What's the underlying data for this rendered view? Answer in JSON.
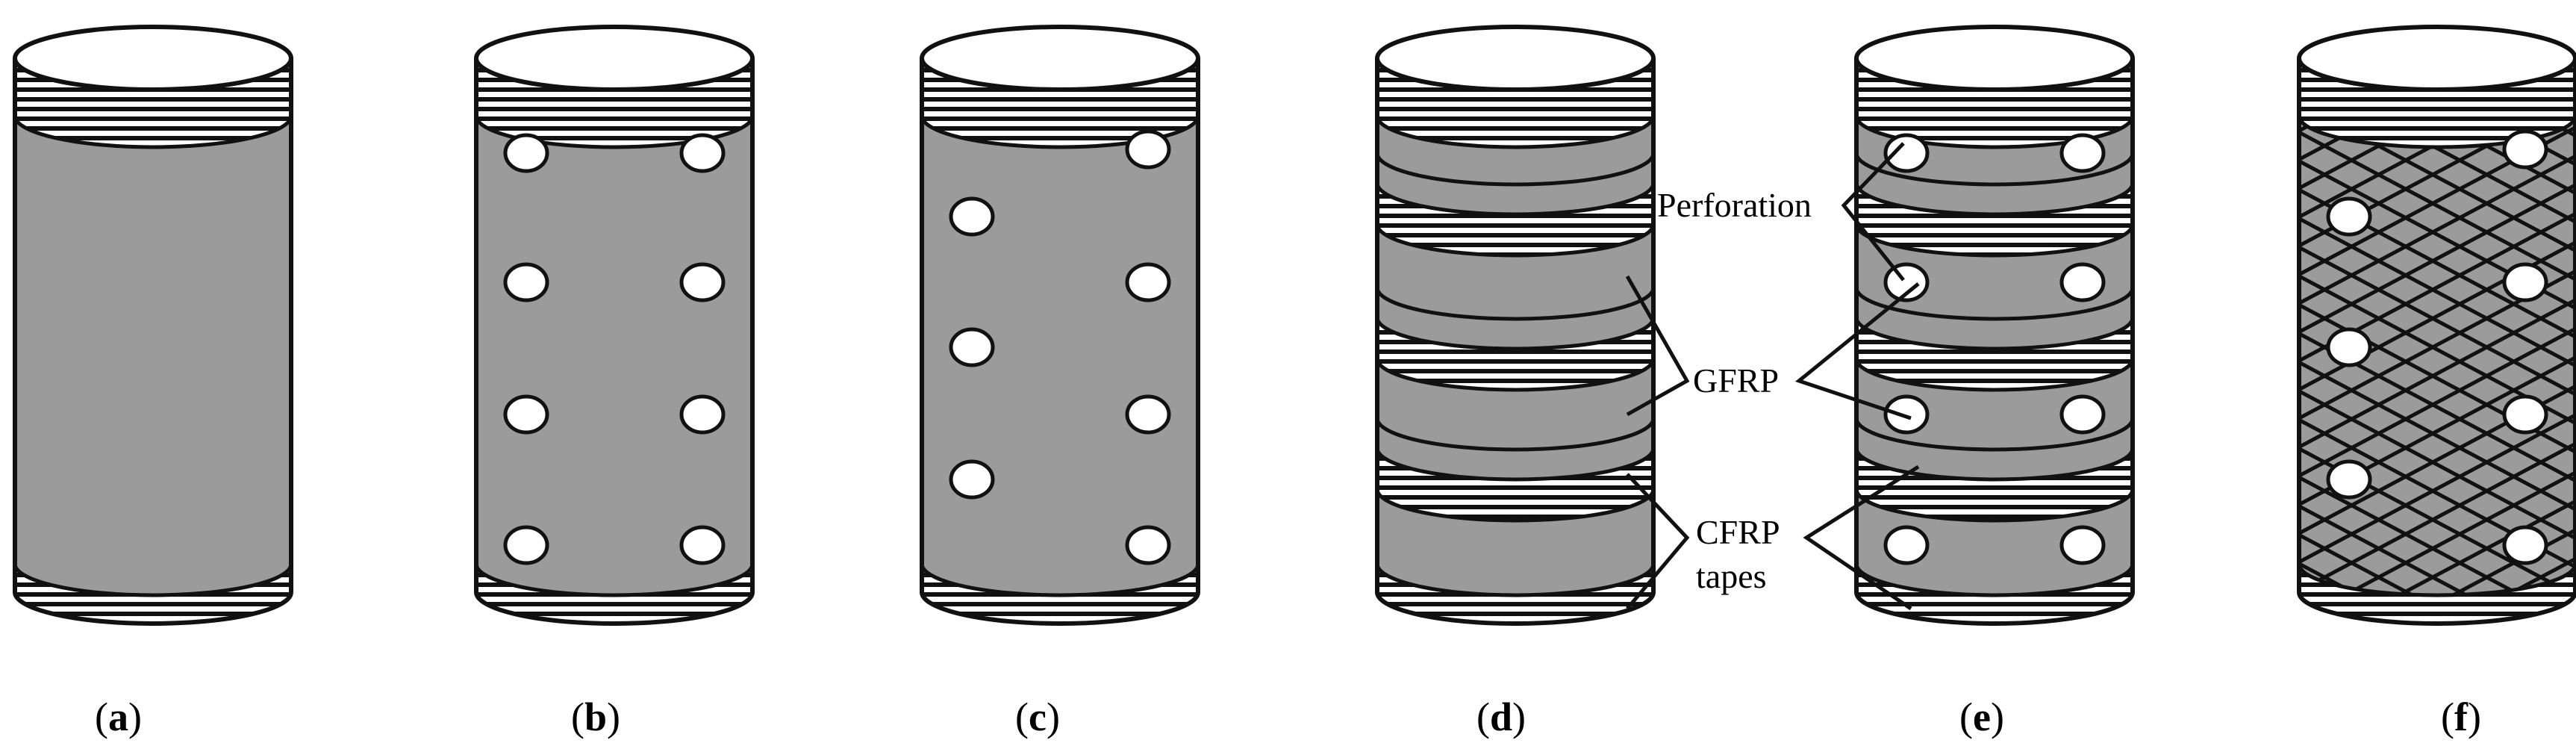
{
  "figure": {
    "panels": [
      {
        "letter": "a",
        "open": "(",
        "close": ")"
      },
      {
        "letter": "b",
        "open": "(",
        "close": ")"
      },
      {
        "letter": "c",
        "open": "(",
        "close": ")"
      },
      {
        "letter": "d",
        "open": "(",
        "close": ")"
      },
      {
        "letter": "e",
        "open": "(",
        "close": ")"
      },
      {
        "letter": "f",
        "open": "(",
        "close": ")"
      }
    ],
    "annotations": {
      "perforation": "Perforation",
      "gfrp": "GFRP",
      "cfrp_line1": "CFRP",
      "cfrp_line2": "tapes"
    },
    "colors": {
      "body_fill": "#9b9b9b",
      "outline": "#111111",
      "hatch": "#111111",
      "hole_fill": "#ffffff"
    }
  }
}
